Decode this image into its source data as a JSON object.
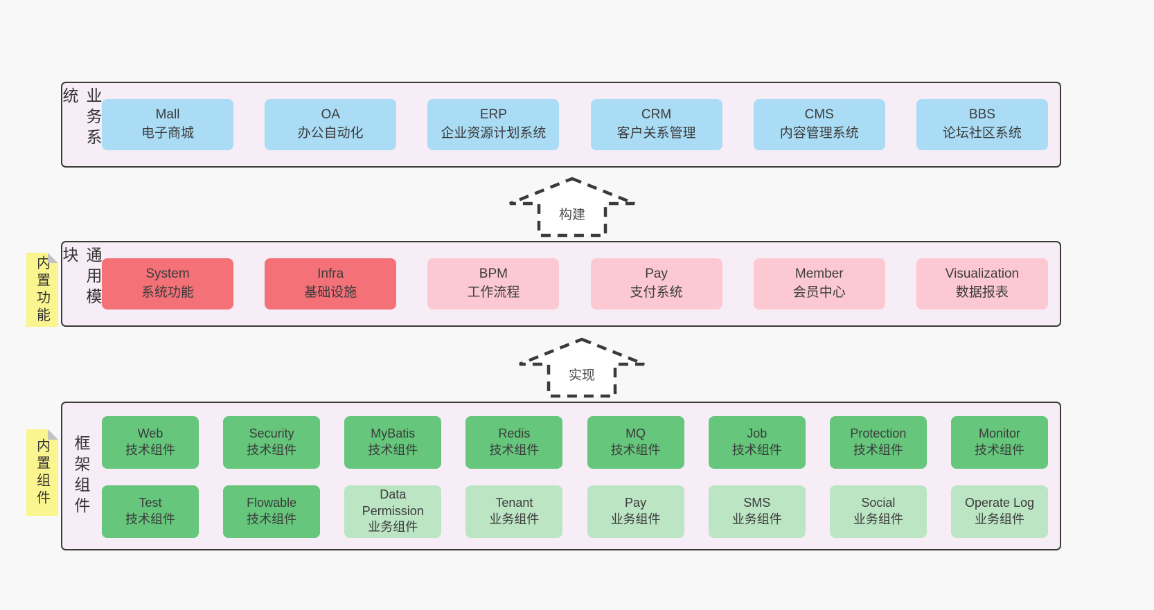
{
  "diagram": {
    "type": "layered-architecture",
    "colors": {
      "page_bg": "#f8f8f8",
      "layer_bg": "#f7edf6",
      "layer_border": "#3a3a3a",
      "box_blue": "#aadcf5",
      "box_red": "#f47178",
      "box_pink": "#fcc9d3",
      "box_green_dark": "#65c67c",
      "box_green_light": "#bce5c4",
      "sticky_yellow": "#faf58e"
    }
  },
  "layers": [
    {
      "label": "业务系统",
      "boxes": [
        {
          "title": "Mall",
          "subtitle": "电子商城",
          "variant": "blue"
        },
        {
          "title": "OA",
          "subtitle": "办公自动化",
          "variant": "blue"
        },
        {
          "title": "ERP",
          "subtitle": "企业资源计划系统",
          "variant": "blue"
        },
        {
          "title": "CRM",
          "subtitle": "客户关系管理",
          "variant": "blue"
        },
        {
          "title": "CMS",
          "subtitle": "内容管理系统",
          "variant": "blue"
        },
        {
          "title": "BBS",
          "subtitle": "论坛社区系统",
          "variant": "blue"
        }
      ]
    },
    {
      "label": "通用模块",
      "sticky": "内置功能",
      "boxes": [
        {
          "title": "System",
          "subtitle": "系统功能",
          "variant": "red"
        },
        {
          "title": "Infra",
          "subtitle": "基础设施",
          "variant": "red"
        },
        {
          "title": "BPM",
          "subtitle": "工作流程",
          "variant": "pink"
        },
        {
          "title": "Pay",
          "subtitle": "支付系统",
          "variant": "pink"
        },
        {
          "title": "Member",
          "subtitle": "会员中心",
          "variant": "pink"
        },
        {
          "title": "Visualization",
          "subtitle": "数据报表",
          "variant": "pink"
        }
      ]
    },
    {
      "label": "框架组件",
      "sticky": "内置组件",
      "rows": [
        [
          {
            "title": "Web",
            "subtitle": "技术组件",
            "variant": "green-dark"
          },
          {
            "title": "Security",
            "subtitle": "技术组件",
            "variant": "green-dark"
          },
          {
            "title": "MyBatis",
            "subtitle": "技术组件",
            "variant": "green-dark"
          },
          {
            "title": "Redis",
            "subtitle": "技术组件",
            "variant": "green-dark"
          },
          {
            "title": "MQ",
            "subtitle": "技术组件",
            "variant": "green-dark"
          },
          {
            "title": "Job",
            "subtitle": "技术组件",
            "variant": "green-dark"
          },
          {
            "title": "Protection",
            "subtitle": "技术组件",
            "variant": "green-dark"
          },
          {
            "title": "Monitor",
            "subtitle": "技术组件",
            "variant": "green-dark"
          }
        ],
        [
          {
            "title": "Test",
            "subtitle": "技术组件",
            "variant": "green-dark"
          },
          {
            "title": "Flowable",
            "subtitle": "技术组件",
            "variant": "green-dark"
          },
          {
            "title": "Data\nPermission",
            "subtitle": "业务组件",
            "variant": "green-light"
          },
          {
            "title": "Tenant",
            "subtitle": "业务组件",
            "variant": "green-light"
          },
          {
            "title": "Pay",
            "subtitle": "业务组件",
            "variant": "green-light"
          },
          {
            "title": "SMS",
            "subtitle": "业务组件",
            "variant": "green-light"
          },
          {
            "title": "Social",
            "subtitle": "业务组件",
            "variant": "green-light"
          },
          {
            "title": "Operate Log",
            "subtitle": "业务组件",
            "variant": "green-light"
          }
        ]
      ]
    }
  ],
  "arrows": [
    {
      "label": "构建"
    },
    {
      "label": "实现"
    }
  ]
}
